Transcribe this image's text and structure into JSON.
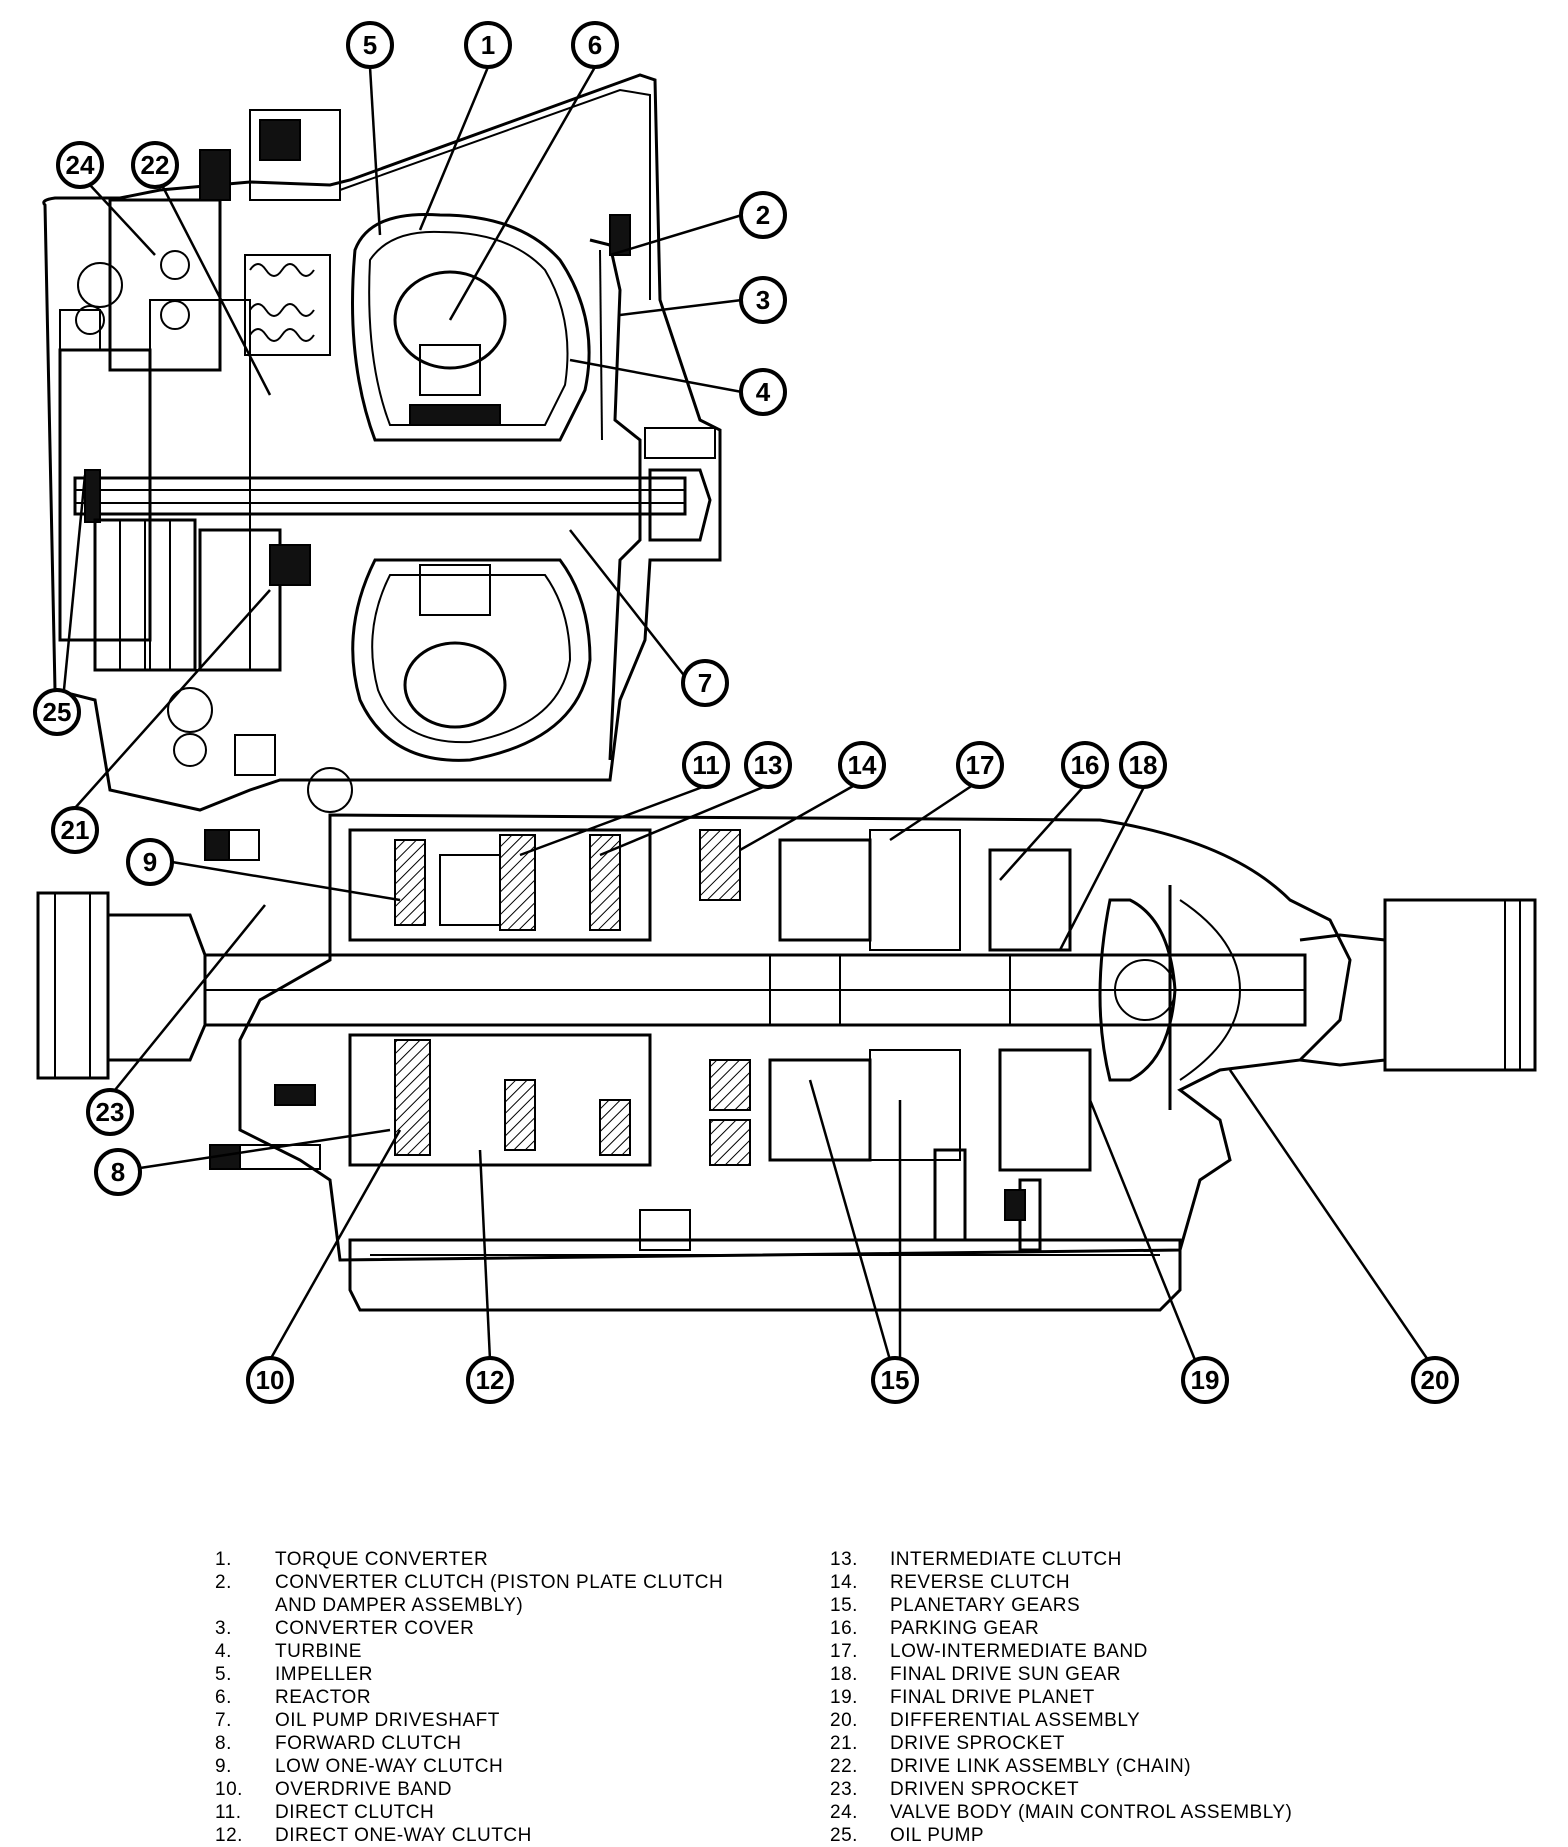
{
  "callouts": [
    "1",
    "2",
    "3",
    "4",
    "5",
    "6",
    "7",
    "8",
    "9",
    "10",
    "11",
    "12",
    "13",
    "14",
    "15",
    "16",
    "17",
    "18",
    "19",
    "20",
    "21",
    "22",
    "23",
    "24",
    "25"
  ],
  "legend_left": [
    {
      "num": "1.",
      "text": "TORQUE CONVERTER"
    },
    {
      "num": "2.",
      "text": "CONVERTER CLUTCH (PISTON PLATE CLUTCH\nAND DAMPER ASSEMBLY)"
    },
    {
      "num": "3.",
      "text": "CONVERTER COVER"
    },
    {
      "num": "4.",
      "text": "TURBINE"
    },
    {
      "num": "5.",
      "text": "IMPELLER"
    },
    {
      "num": "6.",
      "text": "REACTOR"
    },
    {
      "num": "7.",
      "text": "OIL PUMP DRIVESHAFT"
    },
    {
      "num": "8.",
      "text": "FORWARD CLUTCH"
    },
    {
      "num": "9.",
      "text": "LOW ONE-WAY CLUTCH"
    },
    {
      "num": "10.",
      "text": "OVERDRIVE BAND"
    },
    {
      "num": "11.",
      "text": "DIRECT CLUTCH"
    },
    {
      "num": "12.",
      "text": "DIRECT ONE-WAY CLUTCH"
    }
  ],
  "legend_right": [
    {
      "num": "13.",
      "text": "INTERMEDIATE CLUTCH"
    },
    {
      "num": "14.",
      "text": "REVERSE CLUTCH"
    },
    {
      "num": "15.",
      "text": "PLANETARY GEARS"
    },
    {
      "num": "16.",
      "text": "PARKING GEAR"
    },
    {
      "num": "17.",
      "text": "LOW-INTERMEDIATE BAND"
    },
    {
      "num": "18.",
      "text": "FINAL DRIVE SUN GEAR"
    },
    {
      "num": "19.",
      "text": "FINAL DRIVE PLANET"
    },
    {
      "num": "20.",
      "text": "DIFFERENTIAL ASSEMBLY"
    },
    {
      "num": "21.",
      "text": "DRIVE SPROCKET"
    },
    {
      "num": "22.",
      "text": "DRIVE LINK ASSEMBLY (CHAIN)"
    },
    {
      "num": "23.",
      "text": "DRIVEN SPROCKET"
    },
    {
      "num": "24.",
      "text": "VALVE BODY (MAIN CONTROL ASSEMBLY)"
    },
    {
      "num": "25.",
      "text": "OIL PUMP"
    }
  ]
}
